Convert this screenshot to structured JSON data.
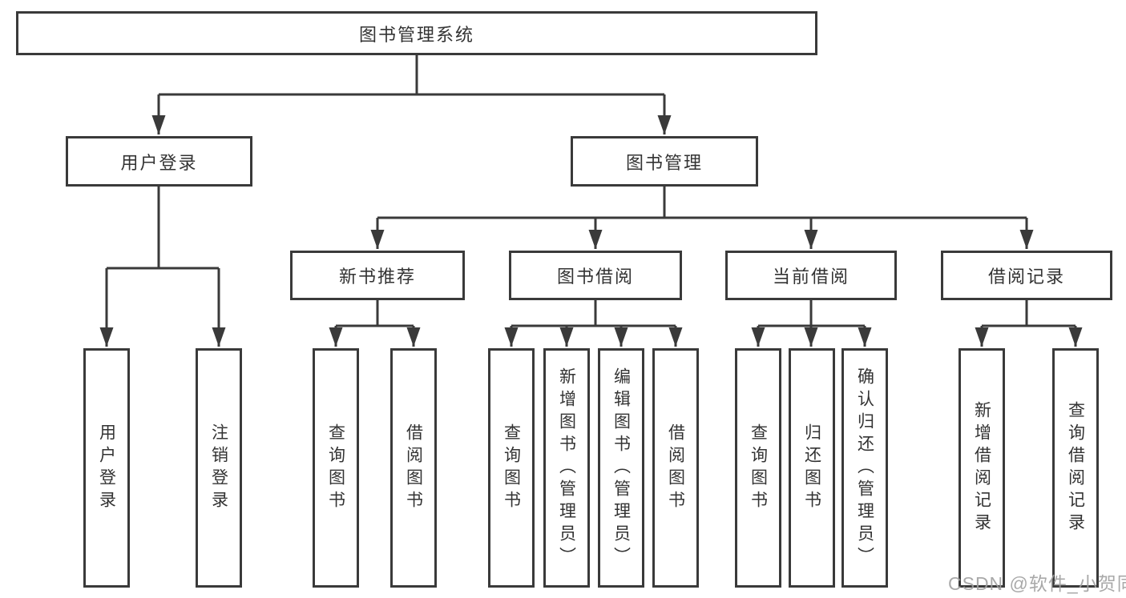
{
  "diagram": {
    "title": "图书管理系统",
    "branches": [
      {
        "label": "用户登录",
        "children": [
          {
            "label": "用户登录"
          },
          {
            "label": "注销登录"
          }
        ]
      },
      {
        "label": "图书管理",
        "children": [
          {
            "label": "新书推荐",
            "children": [
              {
                "label": "查询图书"
              },
              {
                "label": "借阅图书"
              }
            ]
          },
          {
            "label": "图书借阅",
            "children": [
              {
                "label": "查询图书"
              },
              {
                "label": "新增图书（管理员）"
              },
              {
                "label": "编辑图书（管理员）"
              },
              {
                "label": "借阅图书"
              }
            ]
          },
          {
            "label": "当前借阅",
            "children": [
              {
                "label": "查询图书"
              },
              {
                "label": "归还图书"
              },
              {
                "label": "确认归还（管理员）"
              }
            ]
          },
          {
            "label": "借阅记录",
            "children": [
              {
                "label": "新增借阅记录"
              },
              {
                "label": "查询借阅记录"
              }
            ]
          }
        ]
      }
    ]
  },
  "watermark": "CSDN @软件_小贺同学",
  "colors": {
    "line": "#3a3a3a",
    "box_border": "#3a3a3a",
    "text": "#333333",
    "watermark": "#a0a0a0",
    "background": "#ffffff"
  }
}
